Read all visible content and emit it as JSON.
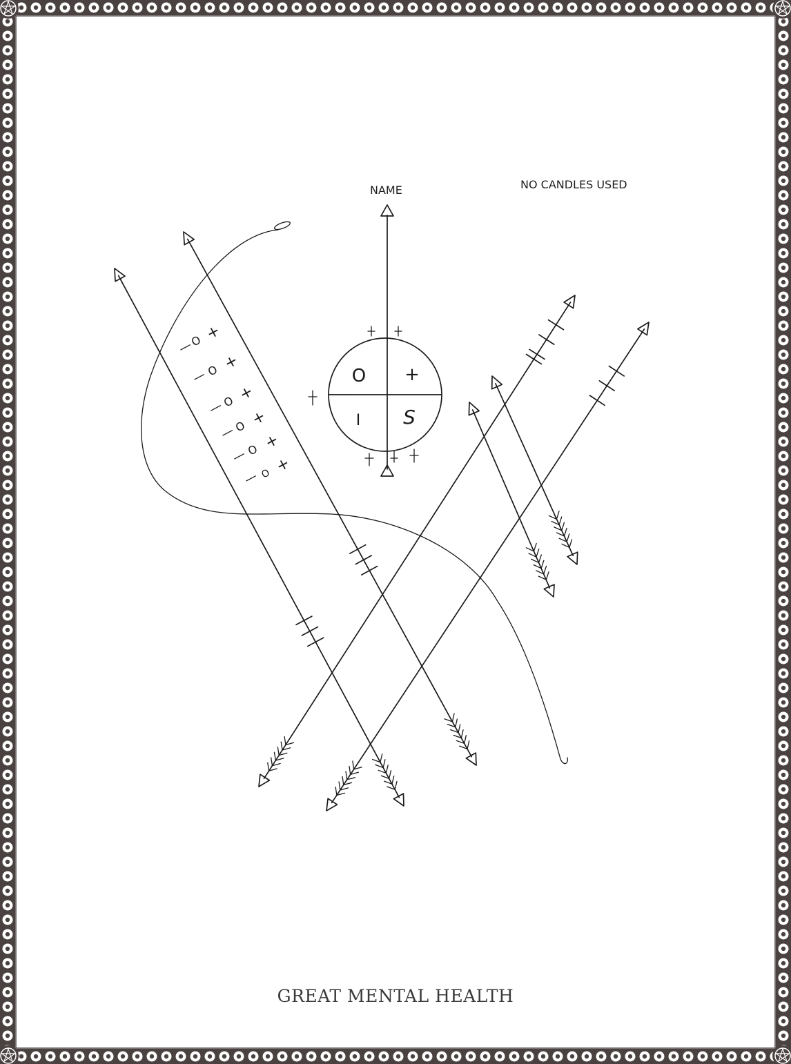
{
  "labels": {
    "name": "NAME",
    "candles_note": "NO CANDLES USED",
    "title": "GREAT MENTAL HEALTH"
  },
  "circle_quadrants": [
    "O",
    "+",
    "I",
    "S"
  ],
  "ladder_glyphs": [
    [
      "—",
      "O",
      "+"
    ],
    [
      "—",
      "O",
      "+"
    ],
    [
      "—",
      "O",
      "+"
    ],
    [
      "—",
      "O",
      "+"
    ],
    [
      "—",
      "O",
      "+"
    ],
    [
      "—",
      "O",
      "+"
    ]
  ],
  "colors": {
    "ink": "#1b1b1b",
    "border": "#4a4240",
    "paper": "#ffffff"
  }
}
